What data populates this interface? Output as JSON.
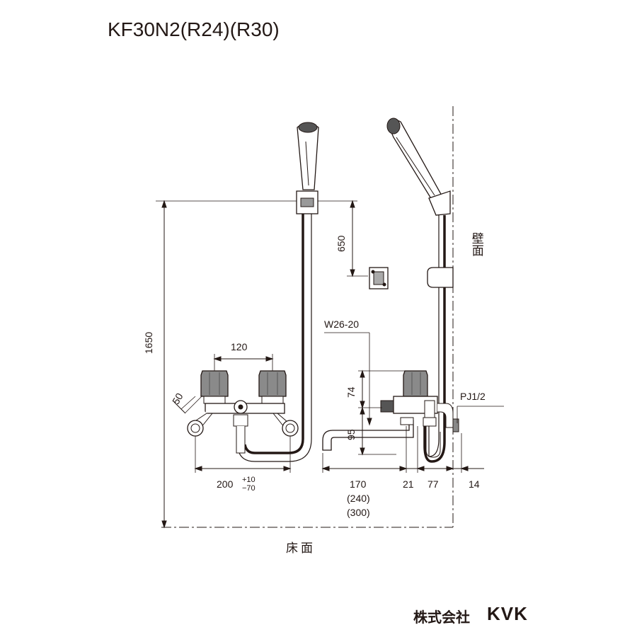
{
  "title": "KF30N2(R24)(R30)",
  "labels": {
    "wall": "壁面",
    "floor": "床面",
    "thread_w": "W26-20",
    "thread_pj": "PJ1/2"
  },
  "dimensions": {
    "total_height": "1650",
    "hook_height": "650",
    "handle_pitch": "120",
    "handle_angle": "50",
    "center_distance": "200",
    "tol_plus": "+10",
    "tol_minus": "−70",
    "spout_len": "170",
    "spout_len_r24": "(240)",
    "spout_len_r30": "(300)",
    "d21": "21",
    "d77": "77",
    "d14": "14",
    "d74": "74",
    "d95": "95"
  },
  "footer": {
    "company": "株式会社",
    "brand": "KVK"
  }
}
